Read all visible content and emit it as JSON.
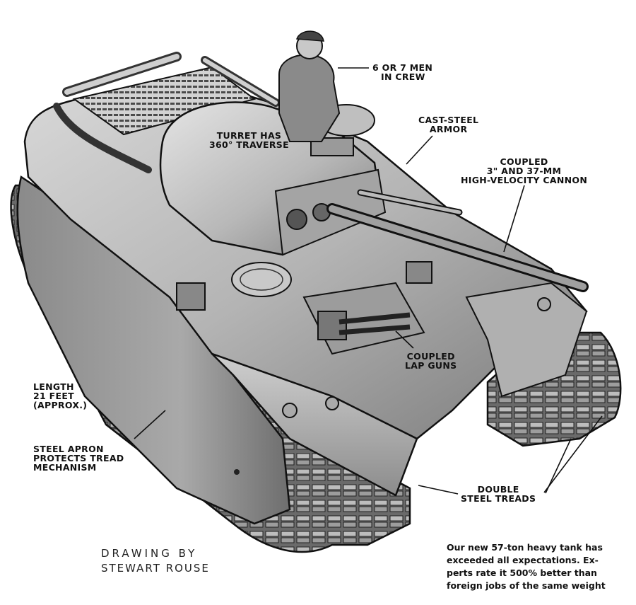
{
  "labels": {
    "crew": [
      "6 OR 7 MEN",
      "IN CREW"
    ],
    "turret": [
      "TURRET HAS",
      "360° TRAVERSE"
    ],
    "armor": [
      "CAST-STEEL",
      "ARMOR"
    ],
    "cannon": [
      "COUPLED",
      "3\" AND 37-MM",
      "HIGH-VELOCITY CANNON"
    ],
    "lap_guns": [
      "COUPLED",
      "LAP GUNS"
    ],
    "length": [
      "LENGTH",
      "21 FEET",
      "(APPROX.)"
    ],
    "apron": [
      "STEEL APRON",
      "PROTECTS TREAD",
      "MECHANISM"
    ],
    "treads": [
      "DOUBLE",
      "STEEL TREADS"
    ]
  },
  "credit": [
    "DRAWING BY",
    "STEWART ROUSE"
  ],
  "caption": [
    "Our new 57-ton heavy tank has",
    "exceeded all expectations. Ex-",
    "perts rate it 500% better than",
    "foreign jobs of the same weight"
  ],
  "colors": {
    "ink": "#111111",
    "steel_light": "#c9c9c9",
    "steel_mid": "#9a9a9a",
    "steel_dark": "#555555"
  }
}
